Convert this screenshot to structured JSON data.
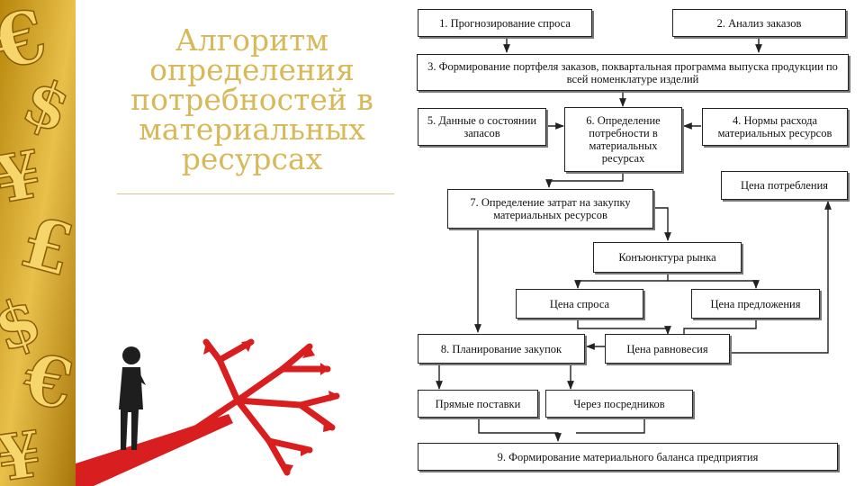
{
  "title": {
    "lines": [
      "Алгоритм",
      "определения",
      "потребностей в",
      "материальных",
      "ресурсах"
    ]
  },
  "diagram": {
    "box1": "1. Прогнозирование спроса",
    "box2": "2. Анализ заказов",
    "box3": "3. Формирование портфеля заказов, поквартальная программа выпуска продукции по всей номенклатуре изделий",
    "box5": "5. Данные о состоянии запасов",
    "box6": "6. Определение потребности в материальных ресурсах",
    "box4": "4. Нормы расхода материальных ресурсов",
    "box_price_consumption": "Цена потребления",
    "box7": "7. Определение затрат на закупку материальных ресурсов",
    "box_conjuncture": "Конъюнктура рынка",
    "box_demand_price": "Цена спроса",
    "box_supply_price": "Цена предложения",
    "box8": "8. Планирование закупок",
    "box_equilibrium": "Цена равновесия",
    "box_direct": "Прямые поставки",
    "box_intermediaries": "Через посредников",
    "box9": "9. Формирование материального баланса предприятия"
  },
  "colors": {
    "gold": "#d8b95a",
    "red": "#d81e1e",
    "ink": "#222222"
  }
}
